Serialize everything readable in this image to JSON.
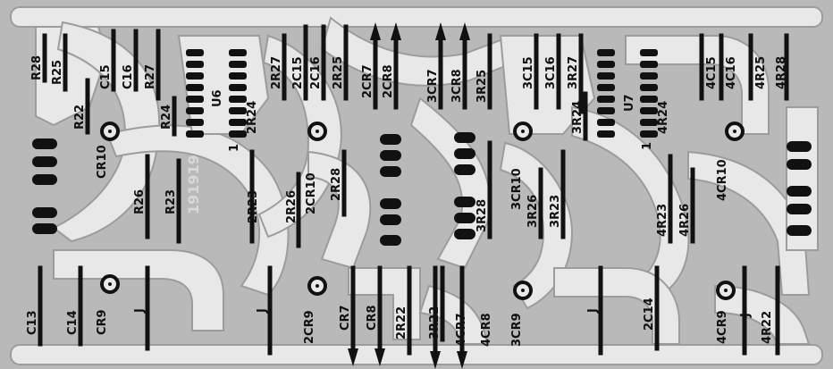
{
  "board": {
    "title": "Printed circuit board component layout",
    "etched_number": "191919",
    "colors": {
      "background": "#b9b9b9",
      "trace": "#e8e8e8",
      "trace_outline": "#9c9c9c",
      "component": "#111111",
      "label": "#111111"
    }
  },
  "labels": {
    "R28": "R28",
    "R25": "R25",
    "C15": "C15",
    "C16": "C16",
    "R27": "R27",
    "R22": "R22",
    "R24": "R24",
    "U6": "U6",
    "CR10": "CR10",
    "R26": "R26",
    "R23": "R23",
    "C13": "C13",
    "C14": "C14",
    "CR9": "CR9",
    "J1": "J",
    "J2": "J",
    "J3": "J",
    "J4": "J",
    "2R27": "2R27",
    "2C15": "2C15",
    "2C16": "2C16",
    "2R25": "2R25",
    "2R24": "2R24",
    "2CR10": "2CR10",
    "2R28": "2R28",
    "2R23": "2R23",
    "2R26": "2R26",
    "2CR9": "2CR9",
    "2R22": "2R22",
    "2C14": "2C14",
    "2CR7": "2CR7",
    "2CR8": "2CR8",
    "CR7": "CR7",
    "CR8": "CR8",
    "3CR7": "3CR7",
    "3CR8": "3CR8",
    "3R25": "3R25",
    "3C15": "3C15",
    "3C16": "3C16",
    "3R27": "3R27",
    "3R24": "3R24",
    "3CR10": "3CR10",
    "3R28": "3R28",
    "3R26": "3R26",
    "3R23": "3R23",
    "3R22": "3R22",
    "3CR9": "3CR9",
    "U7": "U7",
    "4R24": "4R24",
    "4C15": "4C15",
    "4C16": "4C16",
    "4R25": "4R25",
    "4R28": "4R28",
    "4CR10": "4CR10",
    "4R23": "4R23",
    "4R26": "4R26",
    "4CR7": "4CR7",
    "4CR8": "4CR8",
    "4CR9": "4CR9",
    "4R22": "4R22",
    "pin1_u6": "1",
    "pin1_u7": "1"
  }
}
